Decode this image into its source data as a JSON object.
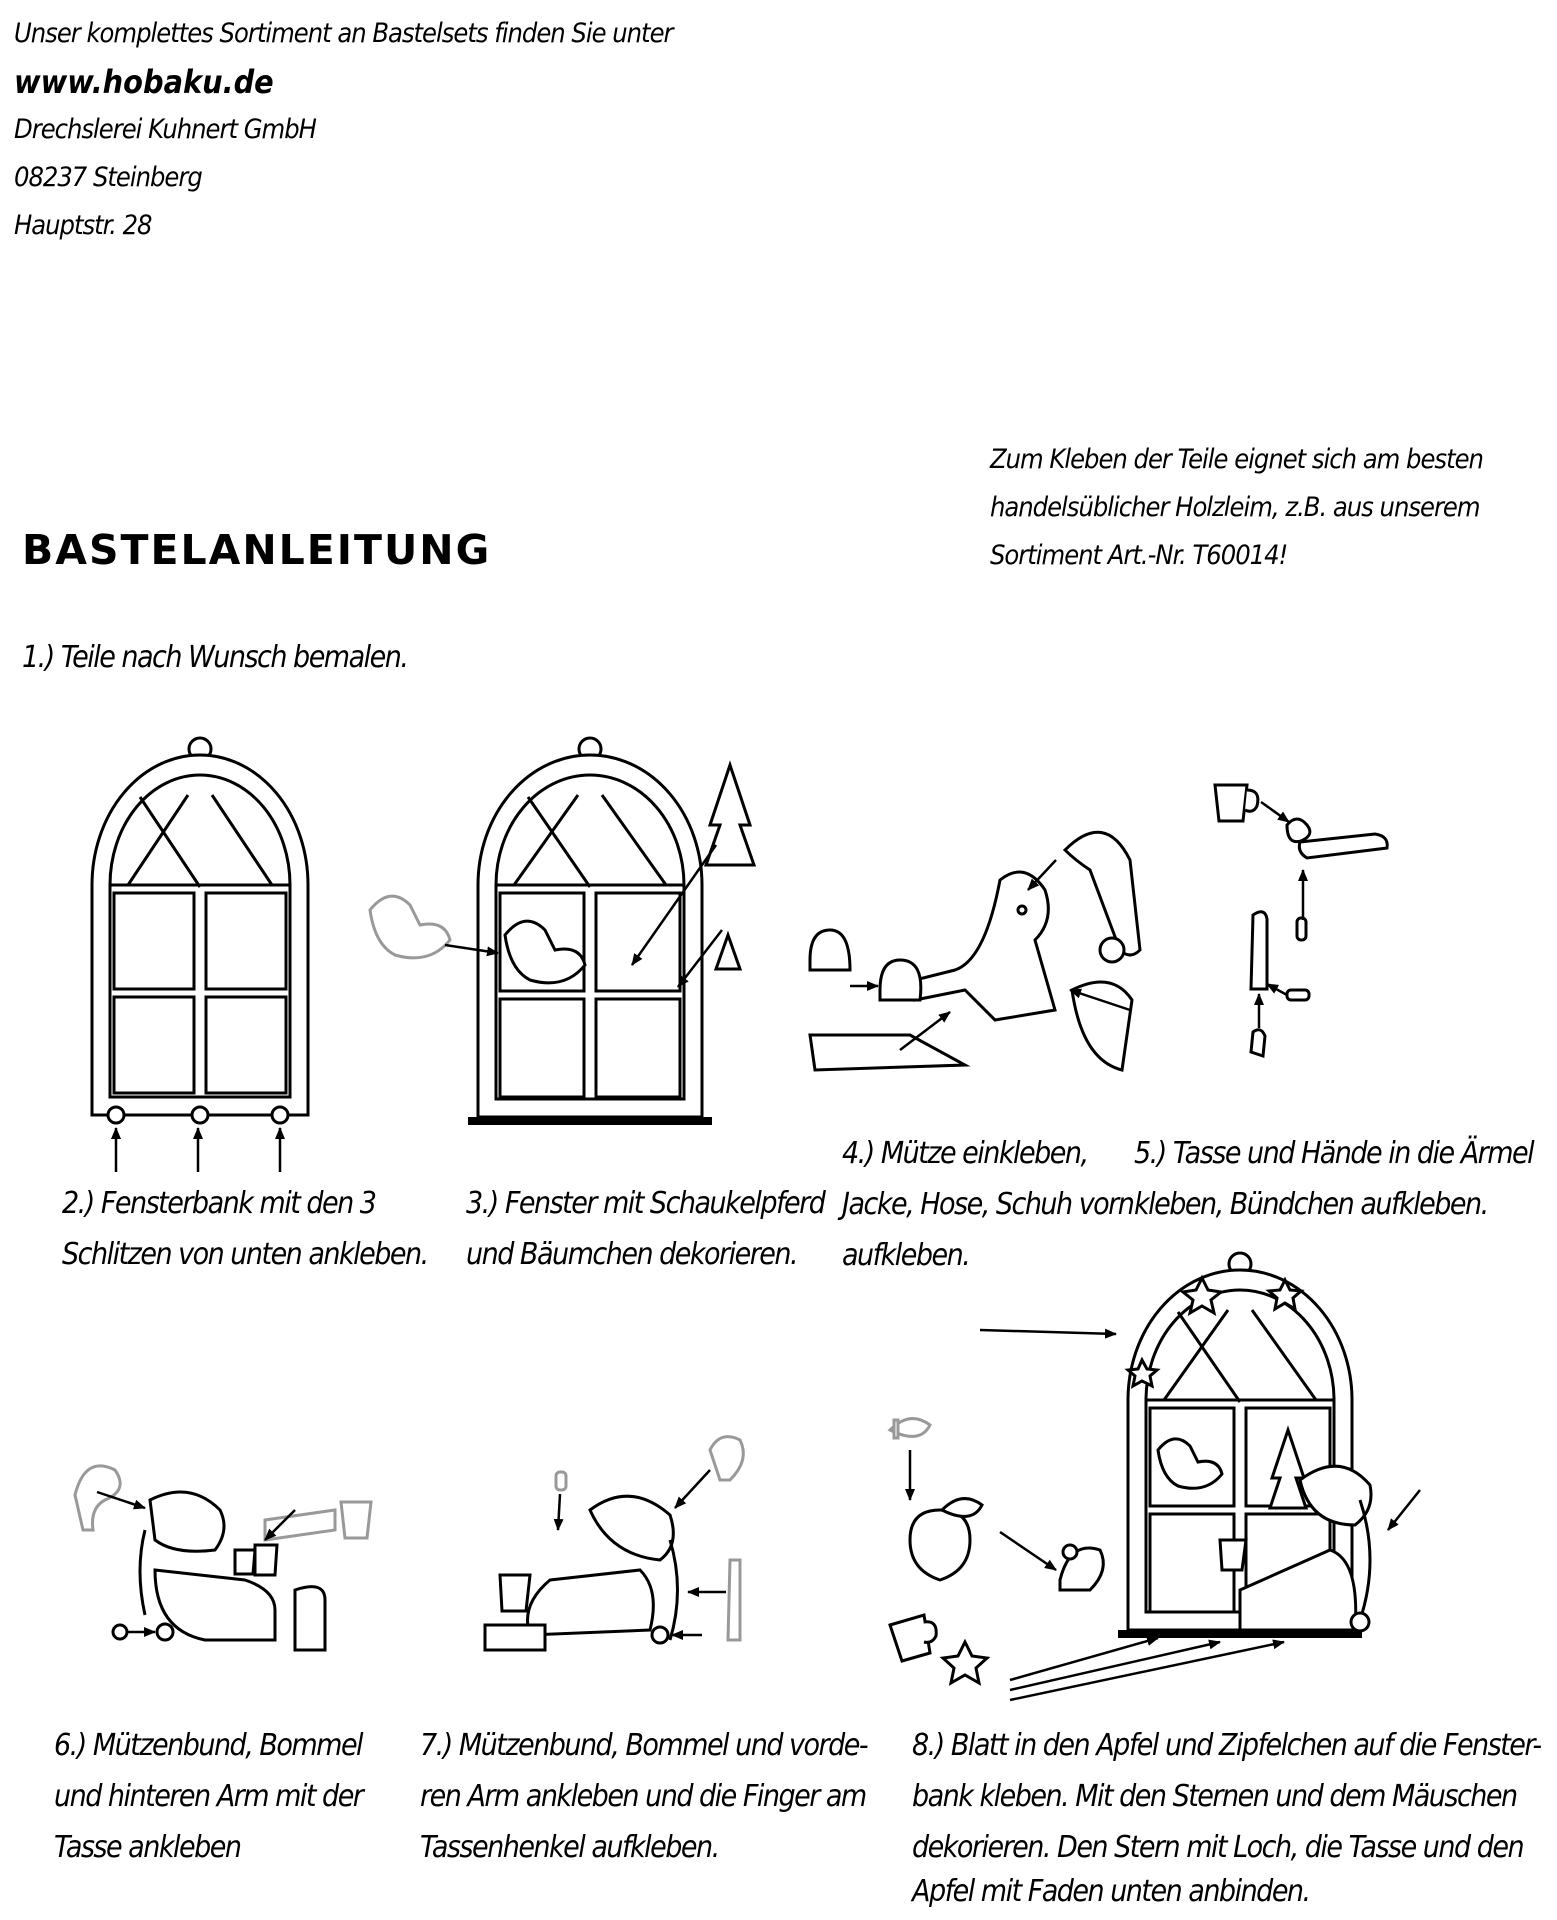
{
  "header": {
    "line1": "Unser komplettes Sortiment an Bastelsets finden Sie unter",
    "website": "www.hobaku.de",
    "company": "Drechslerei Kuhnert GmbH",
    "city": "08237 Steinberg",
    "street": "Hauptstr. 28"
  },
  "title": "Bastelanleitung",
  "glue_note": {
    "line1": "Zum Kleben der Teile eignet sich am besten",
    "line2": "handelsüblicher Holzleim, z.B. aus unserem",
    "line3": "Sortiment Art.-Nr. T60014!"
  },
  "steps": {
    "s1": "1.) Teile nach Wunsch bemalen.",
    "s2": [
      "2.) Fensterbank mit den 3",
      "Schlitzen von unten ankleben."
    ],
    "s3": [
      "3.) Fenster mit Schaukelpferd",
      "und Bäumchen dekorieren."
    ],
    "s4": [
      "4.) Mütze einkleben,",
      "Jacke, Hose, Schuh vorn",
      "aufkleben."
    ],
    "s5": [
      "5.) Tasse und Hände in die Ärmel",
      "kleben, Bündchen aufkleben."
    ],
    "s6": [
      "6.) Mützenbund, Bommel",
      "und hinteren Arm mit der",
      "Tasse ankleben"
    ],
    "s7": [
      "7.) Mützenbund, Bommel und vorde-",
      "ren Arm ankleben und die Finger am",
      "Tassenhenkel aufkleben."
    ],
    "s8": [
      "8.) Blatt in den Apfel und Zipfelchen auf die Fenster-",
      "bank kleben. Mit den Sternen und dem Mäuschen",
      "dekorieren. Den Stern mit Loch, die Tasse und den",
      "Apfel mit Faden unten anbinden."
    ]
  },
  "colors": {
    "ink": "#000000",
    "ghost": "#999999",
    "paper": "#ffffff"
  }
}
